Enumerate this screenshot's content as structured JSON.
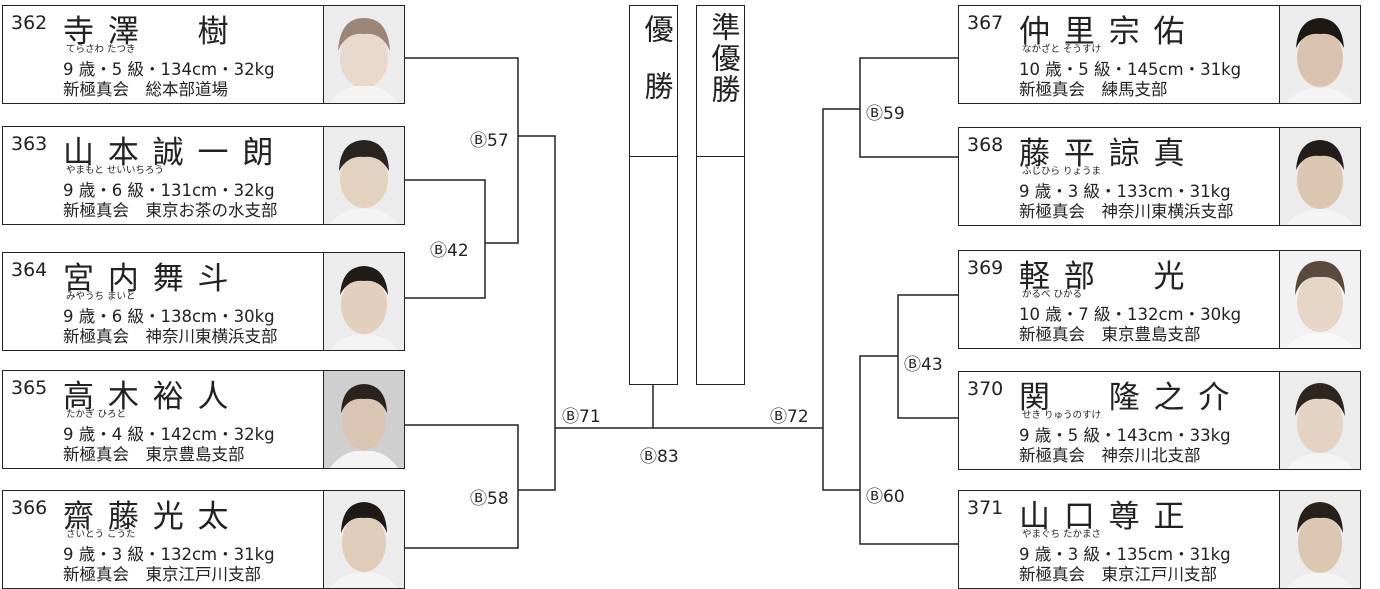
{
  "titles": {
    "champion": "優勝",
    "runner_up": "準優勝"
  },
  "left": [
    {
      "id": "362",
      "name": "寺 澤 　 樹",
      "ruby": "てらさわ たつき",
      "stats": "9 歳・5 級・134cm・32kg",
      "dojo": "新極真会　総本部道場"
    },
    {
      "id": "363",
      "name": "山 本 誠 一 朗",
      "ruby": "やまもと せいいちろう",
      "stats": "9 歳・6 級・131cm・32kg",
      "dojo": "新極真会　東京お茶の水支部"
    },
    {
      "id": "364",
      "name": "宮 内 舞 斗",
      "ruby": "みやうち まいと",
      "stats": "9 歳・6 級・138cm・30kg",
      "dojo": "新極真会　神奈川東横浜支部"
    },
    {
      "id": "365",
      "name": "高 木 裕 人",
      "ruby": "たかぎ ひろと",
      "stats": "9 歳・4 級・142cm・32kg",
      "dojo": "新極真会　東京豊島支部"
    },
    {
      "id": "366",
      "name": "齋 藤 光 太",
      "ruby": "さいとう こうた",
      "stats": "9 歳・3 級・132cm・31kg",
      "dojo": "新極真会　東京江戸川支部"
    }
  ],
  "right": [
    {
      "id": "367",
      "name": "仲 里 宗 佑",
      "ruby": "なかざと そうすけ",
      "stats": "10 歳・5 級・145cm・31kg",
      "dojo": "新極真会　練馬支部"
    },
    {
      "id": "368",
      "name": "藤 平 諒 真",
      "ruby": "ふじひら りょうま",
      "stats": "9 歳・3 級・133cm・31kg",
      "dojo": "新極真会　神奈川東横浜支部"
    },
    {
      "id": "369",
      "name": "軽 部 　 光",
      "ruby": "かるべ ひかる",
      "stats": "10 歳・7 級・132cm・30kg",
      "dojo": "新極真会　東京豊島支部"
    },
    {
      "id": "370",
      "name": "関 　 隆 之 介",
      "ruby": "せき りゅうのすけ",
      "stats": "9 歳・5 級・143cm・33kg",
      "dojo": "新極真会　神奈川北支部"
    },
    {
      "id": "371",
      "name": "山 口 尊 正",
      "ruby": "やまぐち たかまさ",
      "stats": "9 歳・3 級・135cm・31kg",
      "dojo": "新極真会　東京江戸川支部"
    }
  ],
  "matches": {
    "m57": "Ⓑ57",
    "m42": "Ⓑ42",
    "m58": "Ⓑ58",
    "m71": "Ⓑ71",
    "m59": "Ⓑ59",
    "m43": "Ⓑ43",
    "m60": "Ⓑ60",
    "m72": "Ⓑ72",
    "m83": "Ⓑ83"
  }
}
